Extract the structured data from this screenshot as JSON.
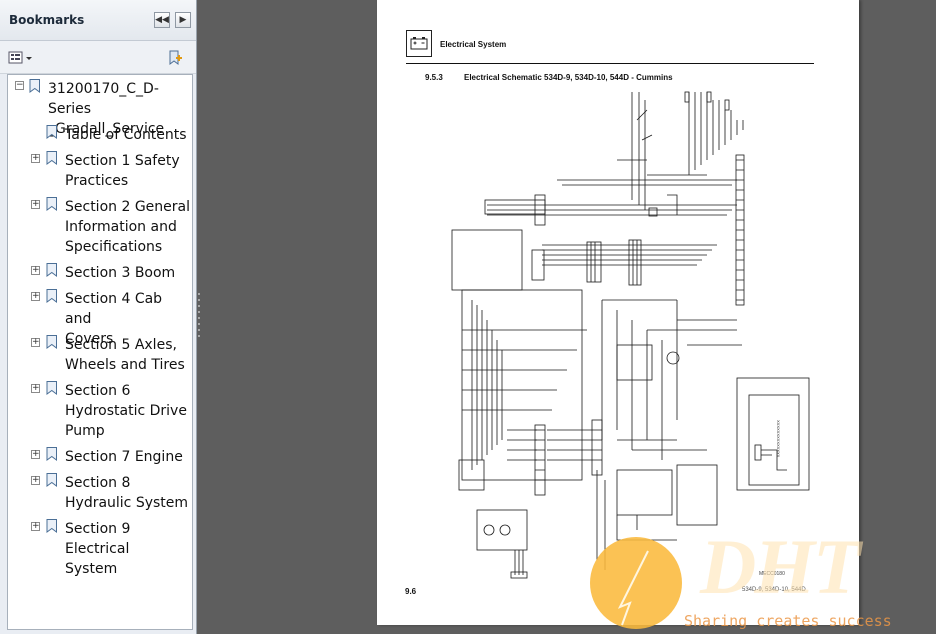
{
  "bookmarks": {
    "title": "Bookmarks",
    "header_buttons": [
      {
        "icon": "double-left-arrow-icon"
      },
      {
        "icon": "right-arrow-icon"
      }
    ],
    "toolbar": {
      "options_icon": "list-options-icon",
      "new_bookmark_icon": "new-bookmark-icon"
    },
    "root": {
      "label_line1": "31200170_C_D-Series",
      "label_line2": "_Gradall_Service",
      "expander": "minus"
    },
    "items": [
      {
        "line1": "Table of Contents",
        "line2": "",
        "expander": ""
      },
      {
        "line1": "Section 1 Safety",
        "line2": "Practices",
        "expander": "plus"
      },
      {
        "line1": "Section 2 General",
        "line2": "Information and",
        "line3": "Specifications",
        "expander": "plus"
      },
      {
        "line1": "Section 3 Boom",
        "line2": "",
        "expander": "plus"
      },
      {
        "line1": "Section 4 Cab and",
        "line2": "Covers",
        "expander": "plus"
      },
      {
        "line1": "Section 5 Axles,",
        "line2": "Wheels and Tires",
        "expander": "plus"
      },
      {
        "line1": "Section 6",
        "line2": "Hydrostatic Drive",
        "line3": "Pump",
        "expander": "plus"
      },
      {
        "line1": "Section 7 Engine",
        "line2": "",
        "expander": "plus"
      },
      {
        "line1": "Section 8",
        "line2": "Hydraulic System",
        "expander": "plus"
      },
      {
        "line1": "Section 9 Electrical",
        "line2": "System",
        "expander": "plus"
      }
    ]
  },
  "document": {
    "header_title": "Electrical System",
    "header_icon": "battery-icon",
    "section_number": "9.5.3",
    "section_title": "Electrical Schematic 534D-9, 534D-10, 544D - Cummins",
    "page_number": "9.6",
    "footer_models": "534D-9, 534D-10, 544D",
    "footer_code": "MECC0180"
  },
  "watermark": {
    "logo": "DHT",
    "tagline": "Sharing creates success"
  },
  "colors": {
    "panel_bg": "#e9edf3",
    "workspace_bg": "#5e5e5e",
    "watermark_orange": "#f5b23c"
  }
}
